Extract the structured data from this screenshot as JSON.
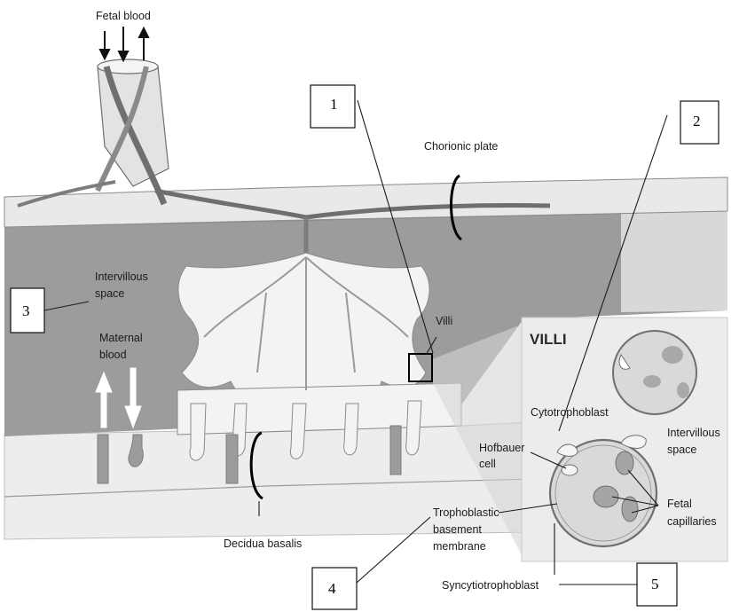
{
  "labels": {
    "fetal_blood": "Fetal blood",
    "chorionic_plate": "Chorionic plate",
    "intervillous_space_main_1": "Intervillous",
    "intervillous_space_main_2": "space",
    "maternal_blood_1": "Maternal",
    "maternal_blood_2": "blood",
    "villi": "Villi",
    "decidua_basalis": "Decidua basalis",
    "villi_title": "VILLI",
    "cytotrophoblast": "Cytotrophoblast",
    "hofbauer_cell_1": "Hofbauer",
    "hofbauer_cell_2": "cell",
    "intervillous_space_inset_1": "Intervillous",
    "intervillous_space_inset_2": "space",
    "fetal_capillaries_1": "Fetal",
    "fetal_capillaries_2": "capillaries",
    "trophoblastic_1": "Trophoblastic",
    "trophoblastic_2": "basement",
    "trophoblastic_3": "membrane",
    "syncytiotrophoblast": "Syncytiotrophoblast"
  },
  "callouts": {
    "box1": "1",
    "box2": "2",
    "box3": "3",
    "box4": "4",
    "box5": "5"
  },
  "colors": {
    "tissue": "#9a9a9a",
    "tissue_dark": "#7d7d7d",
    "villi_fill": "#f2f2f2",
    "vessel": "#6f6f6f",
    "inset_bg": "#ececec"
  }
}
